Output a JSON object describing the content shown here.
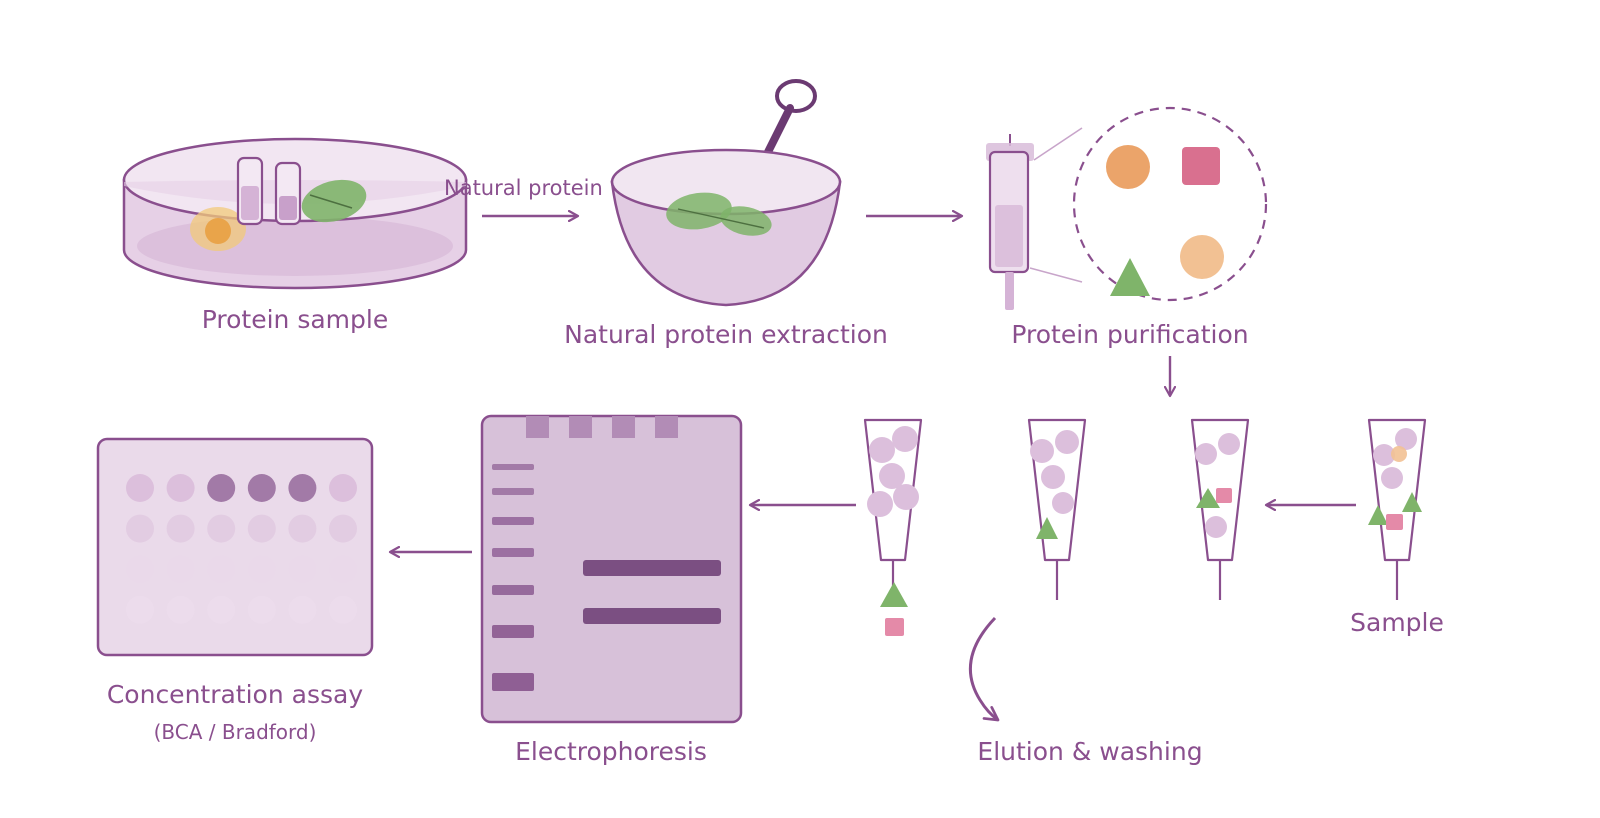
{
  "labels": {
    "protein_sample": "Protein sample",
    "arrow_label": "Natural protein",
    "extraction": "Natural protein extraction",
    "purification": "Protein purification",
    "sample": "Sample",
    "elution": "Elution & washing",
    "electrophoresis": "Electrophoresis",
    "assay": "Concentration assay",
    "assay_sub": "(BCA / Bradford)"
  },
  "colors": {
    "primary": "#8a4f8e",
    "light_purple": "#e8d4e8",
    "mid_purple": "#d9bcda",
    "dark_purple": "#7b4f82",
    "green": "#7fb46a",
    "orange": "#eba46a",
    "pink": "#d9708f",
    "peach": "#f2c193"
  },
  "plate": {
    "columns": 6,
    "rows": 4,
    "well_shades": [
      [
        "#dcbfdc",
        "#dcbfdc",
        "#a27aa7",
        "#a27aa7",
        "#a27aa7",
        "#dcbfdc"
      ],
      [
        "#e2cce2",
        "#e2cce2",
        "#e2cce2",
        "#e2cce2",
        "#e2cce2",
        "#e2cce2"
      ],
      [
        "#ead9ea",
        "#ead9ea",
        "#ead9ea",
        "#ead9ea",
        "#ead9ea",
        "#ead9ea"
      ],
      [
        "#ecdcec",
        "#ecdcec",
        "#ecdcec",
        "#ecdcec",
        "#ecdcec",
        "#ecdcec"
      ]
    ]
  }
}
